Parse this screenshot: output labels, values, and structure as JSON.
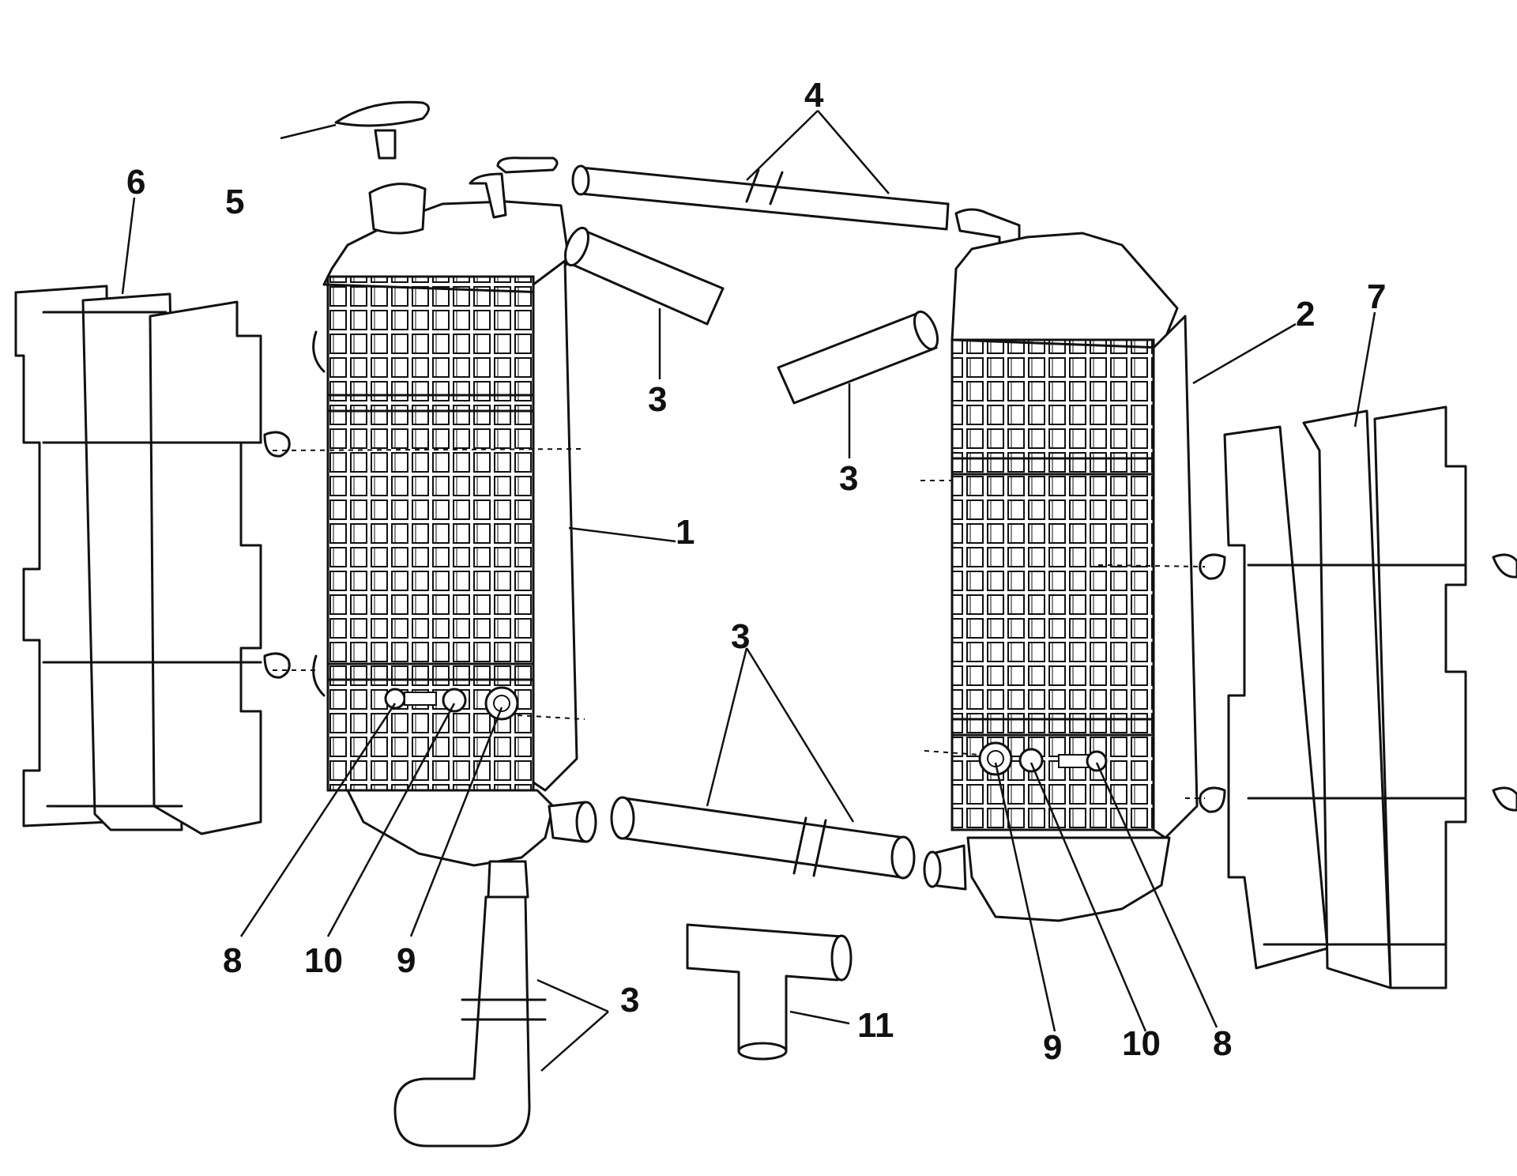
{
  "callouts": {
    "c1": "1",
    "c2": "2",
    "c3a": "3",
    "c3b": "3",
    "c3c": "3",
    "c3d": "3",
    "c4": "4",
    "c5": "5",
    "c6": "6",
    "c7": "7",
    "c8a": "8",
    "c8b": "8",
    "c9a": "9",
    "c9b": "9",
    "c10a": "10",
    "c10b": "10",
    "c11": "11"
  }
}
